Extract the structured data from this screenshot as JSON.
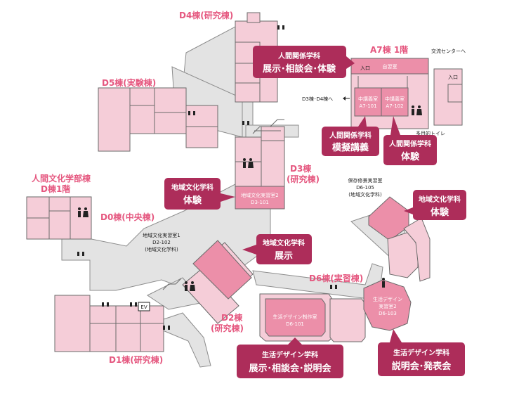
{
  "buildings": {
    "d4": "D4棟(研究棟)",
    "d5": "D5棟(実験棟)",
    "human_culture_l1": "人間文化学部棟",
    "human_culture_l2": "D棟1階",
    "d0": "D0棟(中央棟)",
    "d3_l1": "D3棟",
    "d3_l2": "(研究棟)",
    "d2_l1": "D2棟",
    "d2_l2": "(研究棟)",
    "d6": "D6棟(実習棟)",
    "d1": "D1棟(研究棟)",
    "a7": "A7棟 1階"
  },
  "rooms": {
    "a7_self_study": "自習室",
    "a7_101_l1": "中講義室",
    "a7_101_l2": "A7-101",
    "a7_102_l1": "中講義室",
    "a7_102_l2": "A7-102",
    "d3_101_l1": "地域文化実習室2",
    "d3_101_l2": "D3-101",
    "d2_102_l1": "地域文化実習室1",
    "d2_102_l2": "D2-102",
    "d2_102_l3": "(地域文化学科)",
    "d6_105_l1": "保存修景実習室",
    "d6_105_l2": "D6-105",
    "d6_105_l3": "(地域文化学科)",
    "d6_101_l1": "生活デザイン制作室",
    "d6_101_l2": "D6-101",
    "d6_103_l1": "生活デザイン",
    "d6_103_l2": "実習室2",
    "d6_103_l3": "D6-103",
    "entrance": "入口",
    "ev": "EV"
  },
  "directions": {
    "exchange_center": "交流センターへ",
    "to_d3_d4": "D3棟･D4棟へ",
    "multipurpose_toilet": "多目的トイレ"
  },
  "callouts": [
    {
      "line1": "人間関係学科",
      "line2": "展示･相談会･体験"
    },
    {
      "line1": "人間関係学科",
      "line2": "模擬講義"
    },
    {
      "line1": "人間関係学科",
      "line2": "体験"
    },
    {
      "line1": "地域文化学科",
      "line2": "体験"
    },
    {
      "line1": "地域文化学科",
      "line2": "展示"
    },
    {
      "line1": "地域文化学科",
      "line2": "体験"
    },
    {
      "line1": "生活デザイン学科",
      "line2": "展示･相談会･説明会"
    },
    {
      "line1": "生活デザイン学科",
      "line2": "説明会･発表会"
    }
  ],
  "icons": [
    "restroom-icon",
    "stairs-icon",
    "door-icon",
    "elevator-icon",
    "arrow-left-icon"
  ],
  "colors": {
    "building_fill": "#f5cdd8",
    "highlight_fill": "#ec8fa9",
    "corridor_fill": "#e3e3e3",
    "callout_fill": "#ad2d5a",
    "label_pink": "#e5577f"
  }
}
